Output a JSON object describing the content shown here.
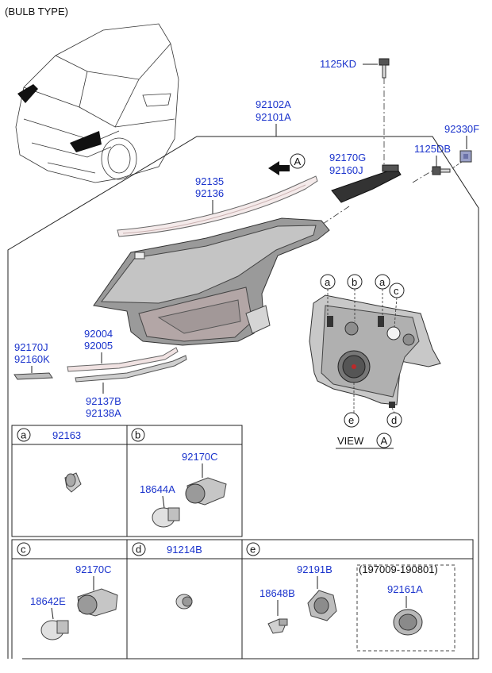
{
  "header": {
    "title": "(BULB TYPE)"
  },
  "parts": {
    "p1125KD": "1125KD",
    "p92102A": "92102A",
    "p92101A": "92101A",
    "p92330F": "92330F",
    "p1125DB": "1125DB",
    "p92170G": "92170G",
    "p92160J": "92160J",
    "p92135": "92135",
    "p92136": "92136",
    "p92004": "92004",
    "p92005": "92005",
    "p92170J": "92170J",
    "p92160K": "92160K",
    "p92137B": "92137B",
    "p92138A": "92138A"
  },
  "view": {
    "label": "VIEW",
    "marker": "A",
    "callouts": [
      "a",
      "b",
      "a",
      "c",
      "e",
      "d"
    ]
  },
  "arrow_marker": "A",
  "boxes": {
    "a": {
      "letter": "a",
      "part": "92163"
    },
    "b": {
      "letter": "b",
      "part1": "92170C",
      "part2": "18644A"
    },
    "c": {
      "letter": "c",
      "part1": "92170C",
      "part2": "18642E"
    },
    "d": {
      "letter": "d",
      "part": "91214B"
    },
    "e": {
      "letter": "e",
      "part1": "92191B",
      "part2": "18648B",
      "note": "(197009-190801)",
      "part3": "92161A"
    }
  },
  "colors": {
    "part_number": "#1a33cc",
    "text": "#111111",
    "line": "#222222"
  }
}
